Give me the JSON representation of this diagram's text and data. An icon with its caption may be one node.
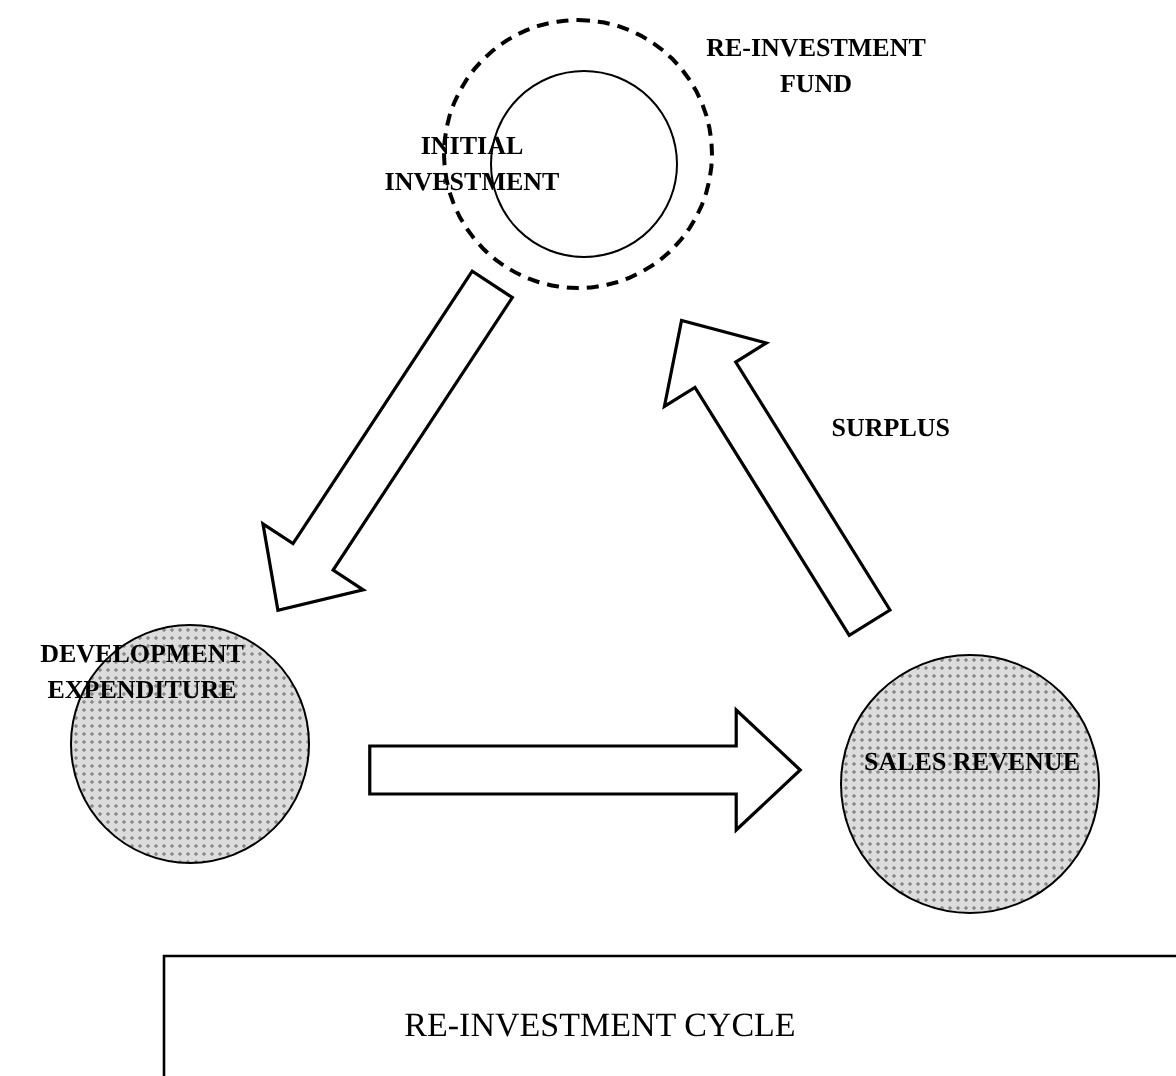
{
  "diagram": {
    "title": "RE-INVESTMENT CYCLE",
    "nodes": [
      {
        "text": [
          "RE-INVESTMENT FUND"
        ]
      },
      {
        "text": [
          "INITIAL INVESTMENT"
        ],
        "in": 0
      },
      {
        "text": [
          "DEVELOPMENT EXPENDITURE"
        ]
      },
      {
        "text": [
          "SALES REVENUE"
        ]
      }
    ],
    "edges": [
      {
        "from": 0,
        "to": 2,
        "arrow": "to"
      },
      {
        "from": 2,
        "to": 3,
        "arrow": "to"
      },
      {
        "from": 3,
        "to": 0,
        "label": "SURPLUS",
        "arrow": "to"
      }
    ]
  }
}
